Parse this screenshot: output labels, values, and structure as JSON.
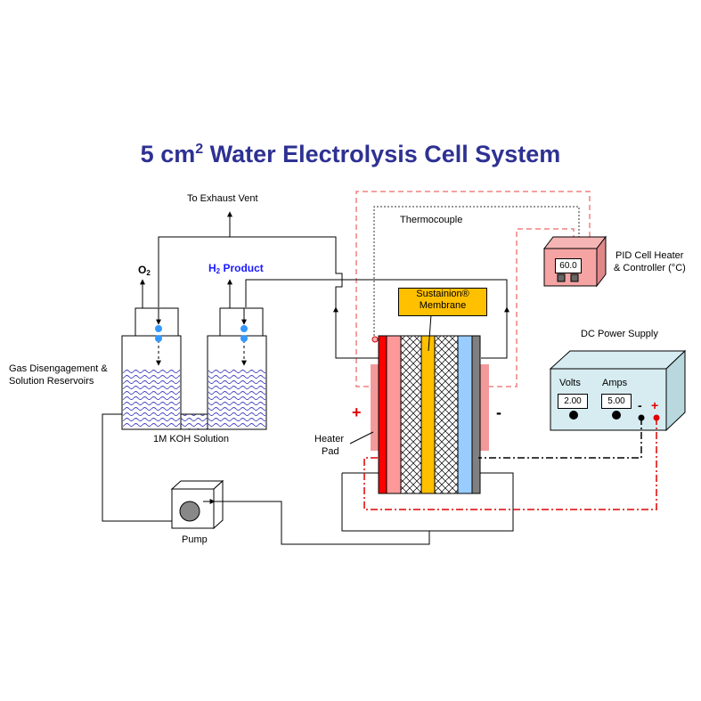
{
  "title_prefix": "5 cm",
  "title_sup": "2",
  "title_suffix": " Water Electrolysis Cell System",
  "labels": {
    "exhaust": "To Exhaust Vent",
    "thermocouple": "Thermocouple",
    "o2_main": "O",
    "o2_sub": "2",
    "h2_main": "H",
    "h2_sub": "2",
    "h2_rest": " Product",
    "pid_line1": "PID Cell Heater",
    "pid_line2": "& Controller (°C)",
    "pid_display": "60.0",
    "membrane_line1": "Sustainion®",
    "membrane_line2": "Membrane",
    "dc_supply": "DC Power Supply",
    "volts": "Volts",
    "amps": "Amps",
    "volts_value": "2.00",
    "amps_value": "5.00",
    "minus": "-",
    "plus": "+",
    "gas_line1": "Gas Disengagement &",
    "gas_line2": "Solution Reservoirs",
    "koh": "1M KOH Solution",
    "heater_line1": "Heater",
    "heater_line2": "Pad",
    "pump": "Pump",
    "cell_plus": "+",
    "cell_minus": "-"
  },
  "colors": {
    "title": "#2e3192",
    "h2_text": "#1a1aff",
    "heater_pad": "#f29a9a",
    "controller_dashed": "#f08080",
    "anode_plate": "#ff0000",
    "anode_gdl": "#ff9999",
    "membrane": "#ffc000",
    "cathode_gdl": "#99ccff",
    "cathode_plate": "#808080",
    "power_supply": "#d6ecf0",
    "pid_body": "#f5a3a3",
    "koh_wave": "#3b3bbf",
    "bubble": "#3399ff",
    "dc_red": "#e00000"
  }
}
